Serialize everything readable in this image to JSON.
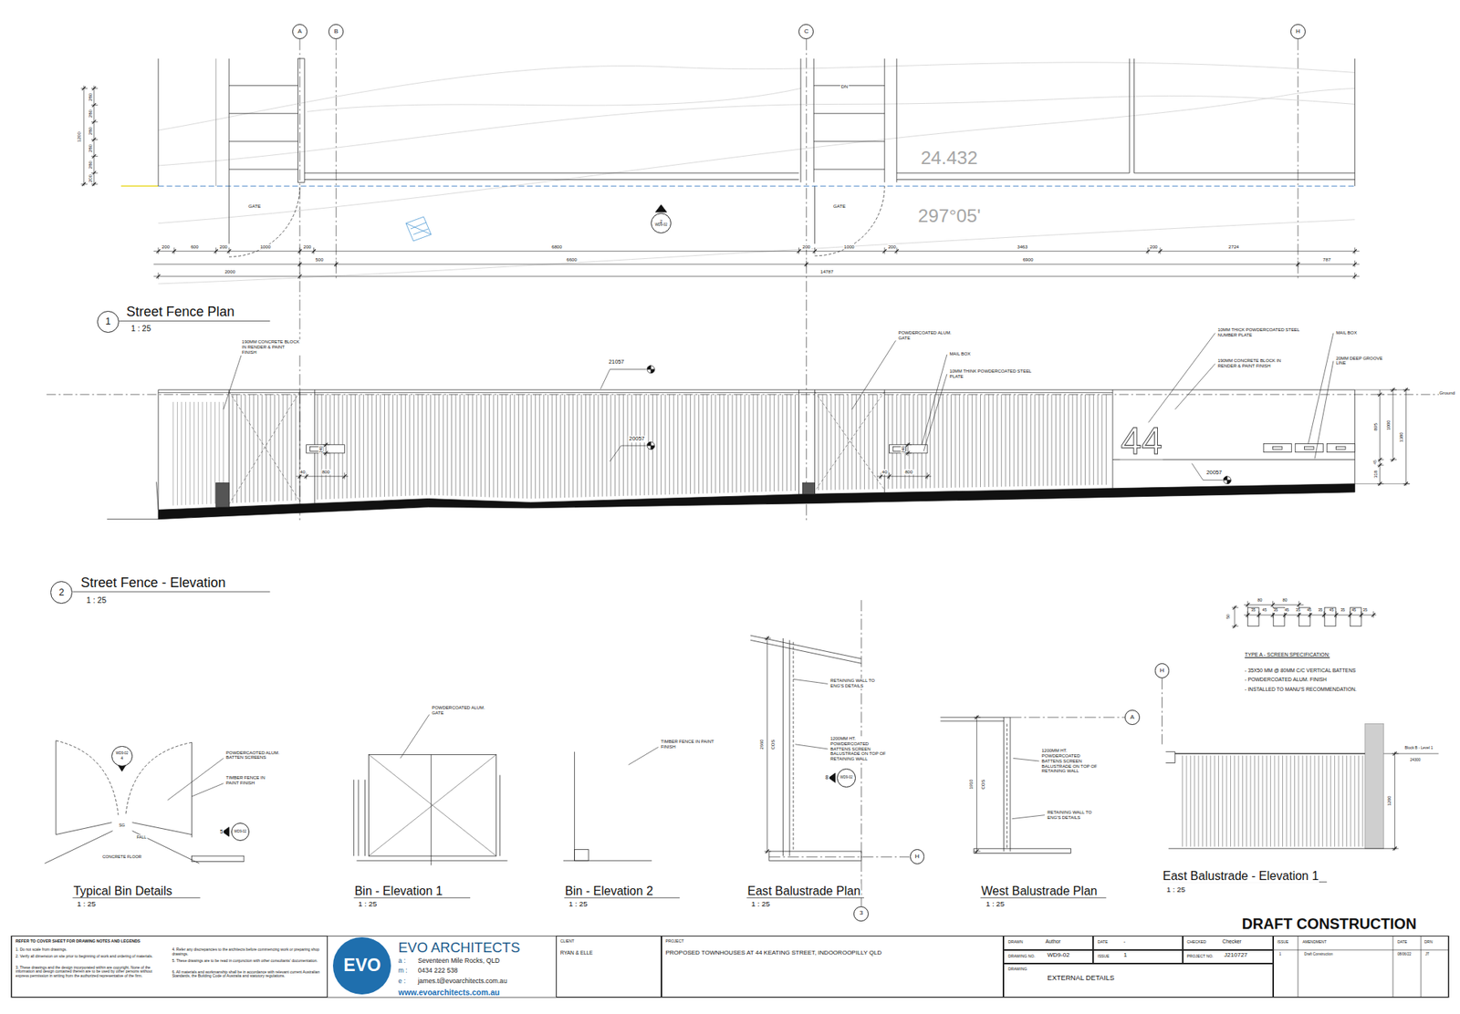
{
  "diagram": {
    "nodes": [
      {
        "text": [
          "A"
        ]
      },
      {
        "text": [
          "B"
        ]
      },
      {
        "text": [
          "C"
        ]
      },
      {
        "text": [
          "H"
        ]
      },
      {
        "text": [
          "2",
          "WD9-02"
        ]
      },
      {
        "text": [
          "1"
        ]
      },
      {
        "text": [
          "2"
        ]
      },
      {
        "text": [
          "WD9-02",
          "4"
        ]
      },
      {
        "text": [
          "WD9-02"
        ]
      },
      {
        "text": [
          "WD9-02"
        ]
      },
      {
        "text": [
          "H"
        ]
      },
      {
        "text": [
          "A"
        ]
      },
      {
        "text": [
          "H"
        ]
      },
      {
        "text": [
          "3"
        ]
      },
      {
        "text": [
          "REFER TO COVER SHEET FOR DRAWING NOTES AND LEGENDS",
          "1. Do not scale from drawings.",
          "2. Verify all dimension on site prior to beginning of work and ordering of materials.",
          "3. These drawings and the design incorporated within are copyright. None of the information and design contained therein are to be used by other persons without express permission in writing from the authorized representative of the firm.",
          "4. Refer any discrepancies to the architects before commencing work or preparing shop drawings.",
          "5. These drawings are to be read in conjunction with other consultants' documentation.",
          "6. All materials and workmanship shall be in accordance with relevant current Australian Standards, the Building Code of Australia and statutory regulations."
        ]
      },
      {
        "text": [
          "EVO"
        ]
      },
      {
        "text": [
          "CLIENT",
          "RYAN & ELLE"
        ]
      },
      {
        "text": [
          "PROJECT",
          "PROPOSED TOWNHOUSES AT 44 KEATING STREET, INDOOROOPILLY QLD"
        ]
      },
      {
        "text": [
          "DRAWN",
          "Author"
        ]
      },
      {
        "text": [
          "DATE",
          "-"
        ]
      },
      {
        "text": [
          "CHECKED",
          "Checker"
        ]
      },
      {
        "text": [
          "DRAWING NO.",
          "WD9-02"
        ]
      },
      {
        "text": [
          "ISSUE",
          "1"
        ]
      },
      {
        "text": [
          "PROJECT NO.",
          "J210727"
        ]
      },
      {
        "text": [
          "DRAWING",
          "EXTERNAL DETAILS"
        ]
      },
      {
        "text": [
          "ISSUE",
          "AMENDMENT",
          "DATE",
          "DRN",
          "1",
          "Draft Construction",
          "08/06/22",
          "JT"
        ]
      }
    ],
    "labels": [
      "280",
      "280",
      "280",
      "280",
      "280",
      "200",
      "1200",
      "24.432",
      "297°05'",
      "GATE",
      "GATE",
      "DN",
      "200",
      "600",
      "200",
      "1000",
      "200",
      "6800",
      "200",
      "1000",
      "200",
      "3463",
      "200",
      "2724",
      "500",
      "6600",
      "6900",
      "787",
      "2000",
      "14787",
      "Street Fence Plan",
      "1 : 25",
      "190MM CONCRETE BLOCK IN RENDER & PAINT FINISH",
      "21057",
      "20057",
      "240",
      "40",
      "800",
      "240",
      "40",
      "800",
      "POWDERCOATED ALUM. GATE",
      "MAIL BOX",
      "10MM THINK POWDERCOATED STEEL PLATE",
      "44",
      "10MM THICK POWDERCOATED STEEL NUMBER PLATE",
      "190MM CONCRETE BLOCK IN RENDER & PAINT FINISH",
      "MAIL BOX",
      "20MM DEEP GROOVE LINE",
      "20057",
      "895",
      "1000",
      "1380",
      "45",
      "318",
      "Ground",
      "Street Fence - Elevation",
      "1 : 25",
      "80",
      "80",
      "35",
      "45",
      "35",
      "45",
      "35",
      "45",
      "35",
      "45",
      "35",
      "45",
      "35",
      "50",
      "TYPE A - SCREEN SPECIFICATION:",
      "- 35X50 MM @ 80MM C/C VERTICAL BATTENS",
      "- POWDERCOATED ALUM. FINISH",
      "- INSTALLED TO MANU'S RECOMMENDATION.",
      "POWDERCAOTED ALUM. BATTEN SCREENS",
      "TIMBER FENCE IN PAINT FINISH",
      "5",
      "SG",
      "FALL",
      "CONCRETE FLOOR",
      "Typical Bin Details",
      "1 : 25",
      "POWDERCOATED ALUM. GATE",
      "Bin - Elevation 1",
      "1 : 25",
      "TIMBER FENCE IN PAINT FINISH",
      "Bin - Elevation 2",
      "1 : 25",
      "RETAINING WALL TO ENG'S DETAILS",
      "1200MM HT. POWDERCOATED BATTENS SCREEN BALUSTRADE ON TOP OF RETAINING WALL",
      "2660",
      "COS",
      "8",
      "East Balustrade Plan",
      "1 : 25",
      "1200MM HT. POWDERCOATED BATTENS SCREEN BALUSTRADE ON TOP OF RETAINING WALL",
      "RETAINING WALL TO ENG'S DETAILS",
      "1910",
      "COS",
      "West Balustrade Plan",
      "1 : 25",
      "Block B - Level 1",
      "24300",
      "1200",
      "East Balustrade - Elevation 1",
      "1 : 25",
      "DRAFT CONSTRUCTION",
      "EVO ARCHITECTS",
      "a :",
      "Seventeen Mile Rocks, QLD",
      "m :",
      "0434 222 538",
      "e :",
      "james.t@evoarchitects.com.au",
      "www.evoarchitects.com.au"
    ]
  }
}
